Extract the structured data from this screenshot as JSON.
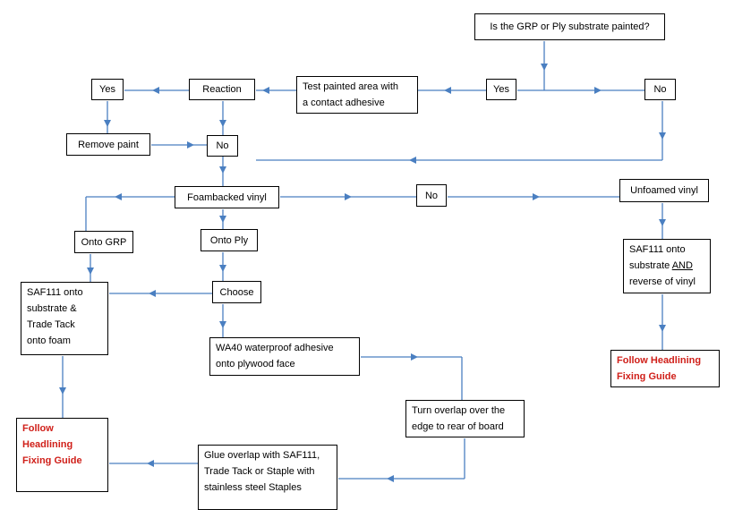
{
  "nodes": {
    "question": "Is the GRP or Ply substrate painted?",
    "yes_top": "Yes",
    "no_top": "No",
    "test": [
      "Test painted area with",
      "a contact adhesive"
    ],
    "reaction": "Reaction",
    "yes_left": "Yes",
    "remove_paint": "Remove paint",
    "no_mid": "No",
    "foambacked": "Foambacked vinyl",
    "no_right": "No",
    "unfoamed": "Unfoamed vinyl",
    "onto_grp": "Onto GRP",
    "onto_ply": "Onto Ply",
    "saf_right": [
      "SAF111 onto",
      "substrate ",
      "AND",
      "reverse of vinyl"
    ],
    "saf_left": [
      "SAF111 onto",
      "substrate &",
      "Trade Tack",
      "onto foam"
    ],
    "choose": "Choose",
    "wa40": [
      "WA40 waterproof adhesive",
      "onto plywood face"
    ],
    "follow_right": [
      "Follow Headlining",
      "Fixing Guide"
    ],
    "turn": [
      "Turn overlap over the",
      "edge to rear of board"
    ],
    "follow_left": [
      "Follow",
      "Headlining",
      "Fixing Guide"
    ],
    "glue": [
      "Glue overlap with SAF111,",
      "Trade Tack or Staple with",
      "stainless steel Staples"
    ]
  },
  "colors": {
    "connector": "#4a7fc1",
    "highlight_text": "#d0201a"
  }
}
